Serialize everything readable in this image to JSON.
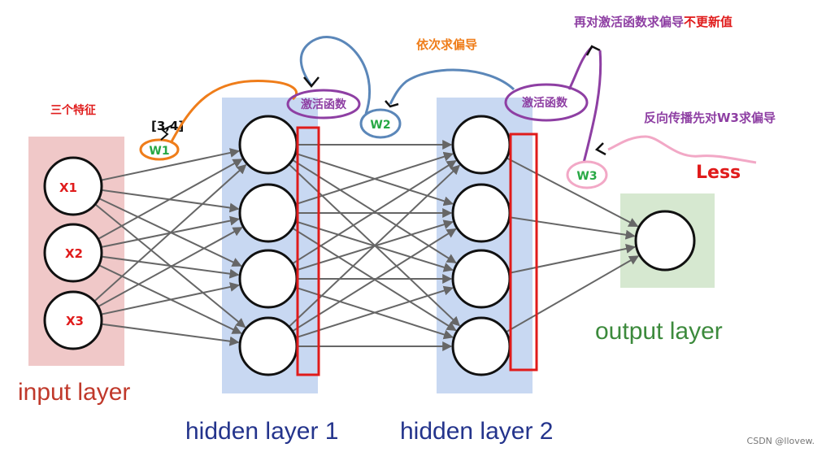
{
  "layers": {
    "input": "input layer",
    "hidden1": "hidden layer 1",
    "hidden2": "hidden layer 2",
    "output": "output layer"
  },
  "input_nodes": [
    "X1",
    "X2",
    "X3"
  ],
  "annotations": {
    "three_features": "三个特征",
    "w1_shape": "[3,4]",
    "w1": "W1",
    "w2": "W2",
    "w3": "W3",
    "activation_1": "激活函数",
    "activation_2": "激活函数",
    "partial_in_turn": "依次求偏导",
    "derive_activation": "再对激活函数求偏导",
    "no_update": "不更新值",
    "backprop_w3": "反向传播先对W3求偏导",
    "loss": "Less"
  },
  "watermark": "CSDN @llovew.",
  "colors": {
    "input_band": "#f0c8c8",
    "hidden_band": "#c8d8f2",
    "output_band": "#d6e8d0",
    "red": "#e01b1b",
    "orange": "#ef7d1a",
    "purple": "#8e3fa3",
    "steel_blue": "#5b87b9",
    "pink": "#f2a8c6",
    "green": "#27a844"
  }
}
